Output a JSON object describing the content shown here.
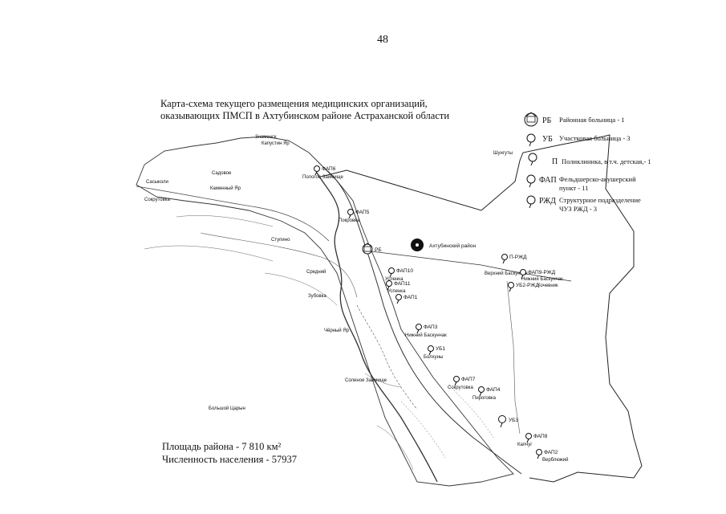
{
  "page_number": "48",
  "title": {
    "line1": "Карта-схема текущего размещения медицинских организаций,",
    "line2": "оказывающих ПМСП в Ахтубинском районе Астраханской области"
  },
  "legend": [
    {
      "code": "РБ",
      "text1": "Районная больница - 1",
      "text2": "",
      "icon": "hospital-building-icon"
    },
    {
      "code": "УБ",
      "text1": "Участковая больница - 3",
      "text2": "",
      "icon": "pin-icon"
    },
    {
      "code": "П",
      "text1": "Поликлиника, в т.ч. детская,- 1",
      "text2": "",
      "icon": "pin-icon"
    },
    {
      "code": "ФАП",
      "text1": "Фельдшерско-акушерский",
      "text2": "пункт - 11",
      "icon": "pin-icon"
    },
    {
      "code": "РЖД",
      "text1": "Структурное подразделение",
      "text2": "ЧУЗ РЖД - 3",
      "icon": "pin-icon"
    }
  ],
  "district": {
    "name": "Ахтубинский район"
  },
  "facilities": [
    {
      "code": "ФАП6",
      "place": "Пологое Займище"
    },
    {
      "code": "ФАП5",
      "place": "Покровка"
    },
    {
      "code": "РБ",
      "place": ""
    },
    {
      "code": "ФАП10",
      "place": "Успенка"
    },
    {
      "code": "ФАП11",
      "place": "Успенка"
    },
    {
      "code": "ФАП1",
      "place": ""
    },
    {
      "code": "ФАП3",
      "place": "Нижний Баскунчак"
    },
    {
      "code": "УБ1",
      "place": "Болхуны"
    },
    {
      "code": "ФАП7",
      "place": "Сокрутовка"
    },
    {
      "code": "ФАП4",
      "place": "Пироговка"
    },
    {
      "code": "УБ3",
      "place": ""
    },
    {
      "code": "ФАП8",
      "place": "Капчуг"
    },
    {
      "code": "ФАП2",
      "place": "Верблюжий"
    },
    {
      "code": "П-РЖД",
      "place": "Верхний Баскунчак"
    },
    {
      "code": "ФАП9-РЖД",
      "place": "Нижний Баскунчак"
    },
    {
      "code": "УБ2-РЖД",
      "place": "Кочевник"
    }
  ],
  "places": [
    "Знаменск",
    "Капустин Яр",
    "Садовое",
    "Каменный Яр",
    "Сасыколи",
    "Сокрутовка",
    "Ступино",
    "Средний",
    "Зубовка",
    "Чёрный Яр",
    "Соленое Займище",
    "Большой Царын",
    "Шунгуты"
  ],
  "footer": {
    "area": "Площадь района - 7 810 км²",
    "population": "Численность населения - 57937"
  }
}
